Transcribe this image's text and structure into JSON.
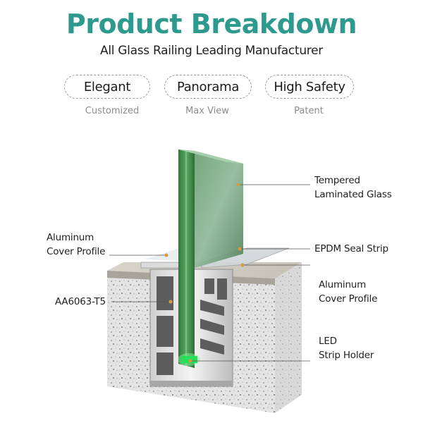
{
  "header": {
    "title": "Product Breakdown",
    "subtitle": "All Glass Railing Leading Manufacturer"
  },
  "features": [
    {
      "label": "Elegant",
      "sub": "Customized"
    },
    {
      "label": "Panorama",
      "sub": "Max View"
    },
    {
      "label": "High Safety",
      "sub": "Patent"
    }
  ],
  "callouts": {
    "glass_line1": "Tempered",
    "glass_line2": "Laminated Glass",
    "cover_left_line1": "Aluminum",
    "cover_left_line2": "Cover Profile",
    "epdm": "EPDM Seal Strip",
    "alloy": "AA6063-T5",
    "cover_right_line1": "Aluminum",
    "cover_right_line2": "Cover Profile",
    "led_line1": "LED",
    "led_line2": "Strip Holder"
  },
  "colors": {
    "accent": "#2e9a8e",
    "glass": "#3f8e4a",
    "led": "#27e05a",
    "leader_dot": "#d79a3c"
  }
}
